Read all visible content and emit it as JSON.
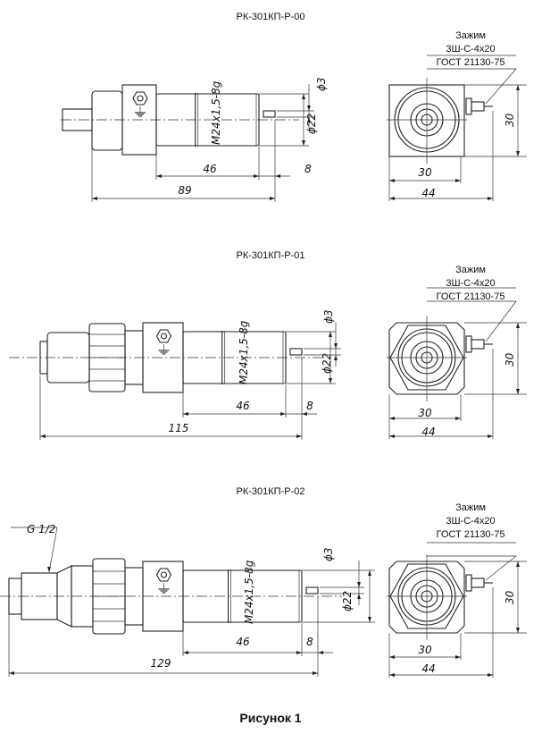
{
  "figure_caption": "Рисунок 1",
  "sections": [
    {
      "title": "РК-301КП-Р-00",
      "clamp_label": "Зажим",
      "clamp_type": "3Ш-С-4х20",
      "clamp_standard": "ГОСТ 21130-75",
      "dim_d3": "ϕ3",
      "dim_d22": "ϕ22",
      "thread": "M24x1,5-8g",
      "dim_46": "46",
      "dim_8": "8",
      "dim_total": "89",
      "dim_height": "30",
      "dim_width_inner": "30",
      "dim_width_outer": "44"
    },
    {
      "title": "РК-301КП-Р-01",
      "clamp_label": "Зажим",
      "clamp_type": "3Ш-С-4х20",
      "clamp_standard": "ГОСТ 21130-75",
      "dim_d3": "ϕ3",
      "dim_d22": "ϕ22",
      "thread": "M24x1,5-8g",
      "dim_46": "46",
      "dim_8": "8",
      "dim_total": "115",
      "dim_height": "30",
      "dim_width_inner": "30",
      "dim_width_outer": "44"
    },
    {
      "title": "РК-301КП-Р-02",
      "clamp_label": "Зажим",
      "clamp_type": "3Ш-С-4х20",
      "clamp_standard": "ГОСТ 21130-75",
      "dim_d3": "ϕ3",
      "dim_d22": "ϕ22",
      "thread": "M24x1,5-8g",
      "dim_46": "46",
      "dim_8": "8",
      "dim_total": "129",
      "dim_height": "30",
      "dim_width_inner": "30",
      "dim_width_outer": "44",
      "port_thread": "G 1/2"
    }
  ]
}
